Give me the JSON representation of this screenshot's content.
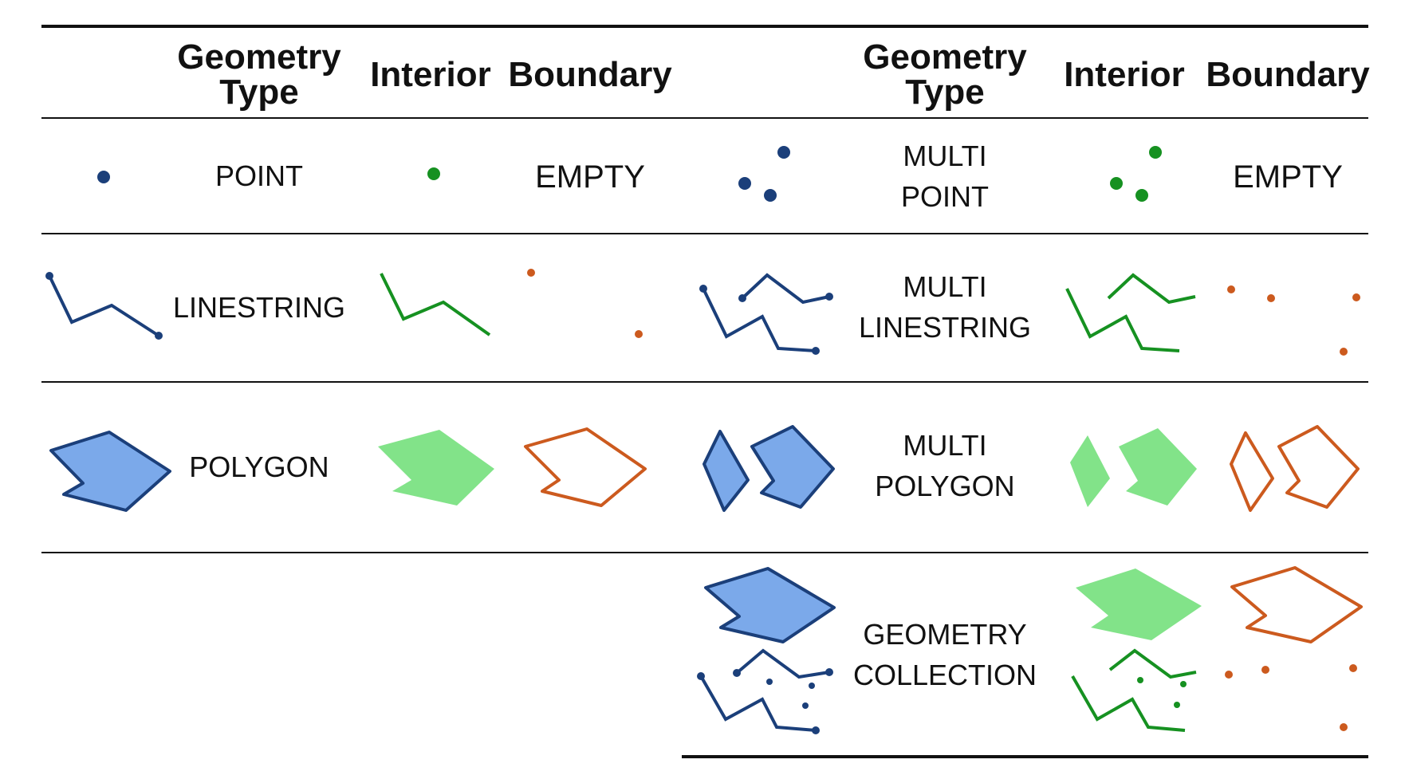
{
  "colors": {
    "geometry_stroke": "#1b3f7a",
    "geometry_fill": "#7ba9ea",
    "interior": "#169121",
    "interior_fill": "#82e389",
    "boundary": "#cc5a1e",
    "rule": "#111111"
  },
  "headers": {
    "left": {
      "type_line1": "Geometry",
      "type_line2": "Type",
      "interior": "Interior",
      "boundary": "Boundary"
    },
    "right": {
      "type_line1": "Geometry",
      "type_line2": "Type",
      "interior": "Interior",
      "boundary": "Boundary"
    }
  },
  "rows": {
    "point": {
      "label": "POINT",
      "boundary": "EMPTY"
    },
    "multipoint": {
      "label_line1": "MULTI",
      "label_line2": "POINT",
      "boundary": "EMPTY"
    },
    "linestring": {
      "label": "LINESTRING"
    },
    "multilinestring": {
      "label_line1": "MULTI",
      "label_line2": "LINESTRING"
    },
    "polygon": {
      "label": "POLYGON"
    },
    "multipolygon": {
      "label_line1": "MULTI",
      "label_line2": "POLYGON"
    },
    "collection": {
      "label_line1": "GEOMETRY",
      "label_line2": "COLLECTION"
    }
  }
}
